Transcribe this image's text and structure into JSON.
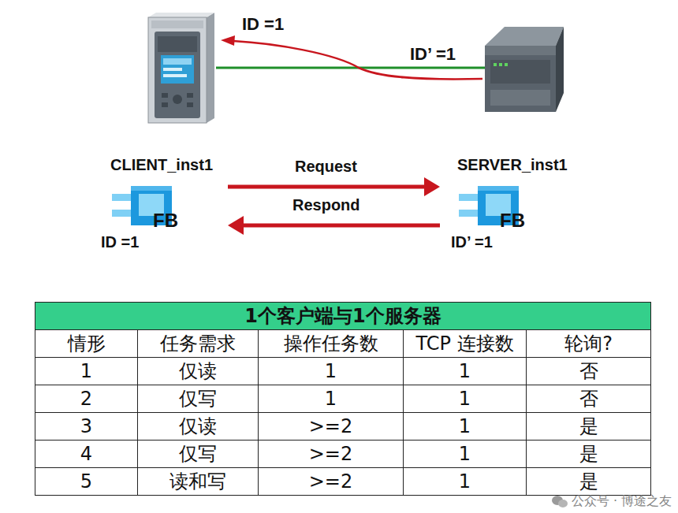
{
  "diagram": {
    "nodes": [
      {
        "text": [
          "CLIENT_inst1",
          "FB",
          "ID =1"
        ]
      },
      {
        "text": [
          "SERVER_inst1",
          "FB",
          "ID’ =1"
        ]
      }
    ],
    "edges": [
      {
        "from": 0,
        "to": 1,
        "label": "Request",
        "arrow": "to"
      },
      {
        "from": 1,
        "to": 0,
        "label": "Respond",
        "arrow": "to"
      }
    ],
    "labels": [
      "ID =1",
      "ID’ =1",
      "1个客户端与1个服务器",
      "情形",
      "任务需求",
      "操作任务数",
      "TCP 连接数",
      "轮询?",
      "1",
      "仅读",
      "1",
      "1",
      "否",
      "2",
      "仅写",
      "1",
      "1",
      "否",
      "3",
      "仅读",
      ">=2",
      "1",
      "是",
      "4",
      "仅写",
      ">=2",
      "1",
      "是",
      "5",
      "读和写",
      ">=2",
      "1",
      "是",
      "公众号 · 博途之友"
    ]
  }
}
